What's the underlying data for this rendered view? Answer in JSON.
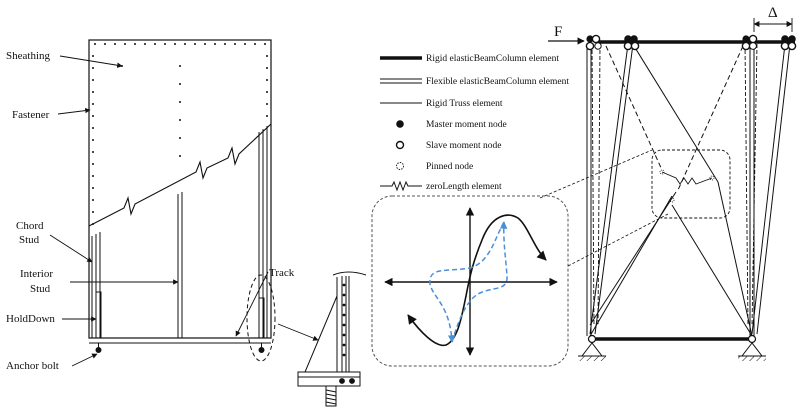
{
  "wall_labels": {
    "sheathing": "Sheathing",
    "fastener": "Fastener",
    "chord_line1": "Chord",
    "chord_line2": "Stud",
    "interior_line1": "Interior",
    "interior_line2": "Stud",
    "holddown": "HoldDown",
    "anchor_bolt": "Anchor bolt",
    "track": "Track"
  },
  "legend": [
    {
      "symbol": "thick-line",
      "label": "Rigid elasticBeamColumn element"
    },
    {
      "symbol": "double-line",
      "label": "Flexible elasticBeamColumn element"
    },
    {
      "symbol": "thin-line",
      "label": "Rigid Truss element"
    },
    {
      "symbol": "filled-circle",
      "label": "Master moment node"
    },
    {
      "symbol": "open-circle",
      "label": "Slave moment node"
    },
    {
      "symbol": "dashed-circle",
      "label": "Pinned node"
    },
    {
      "symbol": "spring",
      "label": "zeroLength element"
    }
  ],
  "model_labels": {
    "force": "F",
    "displacement": "Δ"
  },
  "colors": {
    "ink": "#111111",
    "hysteresis_blue": "#4a90d9",
    "inset_border": "#555555"
  }
}
